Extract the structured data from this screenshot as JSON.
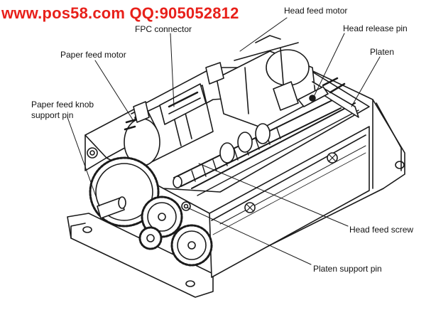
{
  "watermark": {
    "text": "www.pos58.com QQ:905052812",
    "color": "#e8201a"
  },
  "labels": {
    "head_feed_motor": "Head feed motor",
    "fpc_connector": "FPC connector",
    "head_release_pin": "Head release pin",
    "paper_feed_motor": "Paper feed motor",
    "platen": "Platen",
    "paper_feed_knob_support_pin_line1": "Paper feed knob",
    "paper_feed_knob_support_pin_line2": "support pin",
    "head_feed_screw": "Head feed screw",
    "platen_support_pin": "Platen support pin"
  },
  "colors": {
    "line": "#1a1a1a",
    "fill": "#ffffff",
    "shade": "#2a2a2a"
  }
}
